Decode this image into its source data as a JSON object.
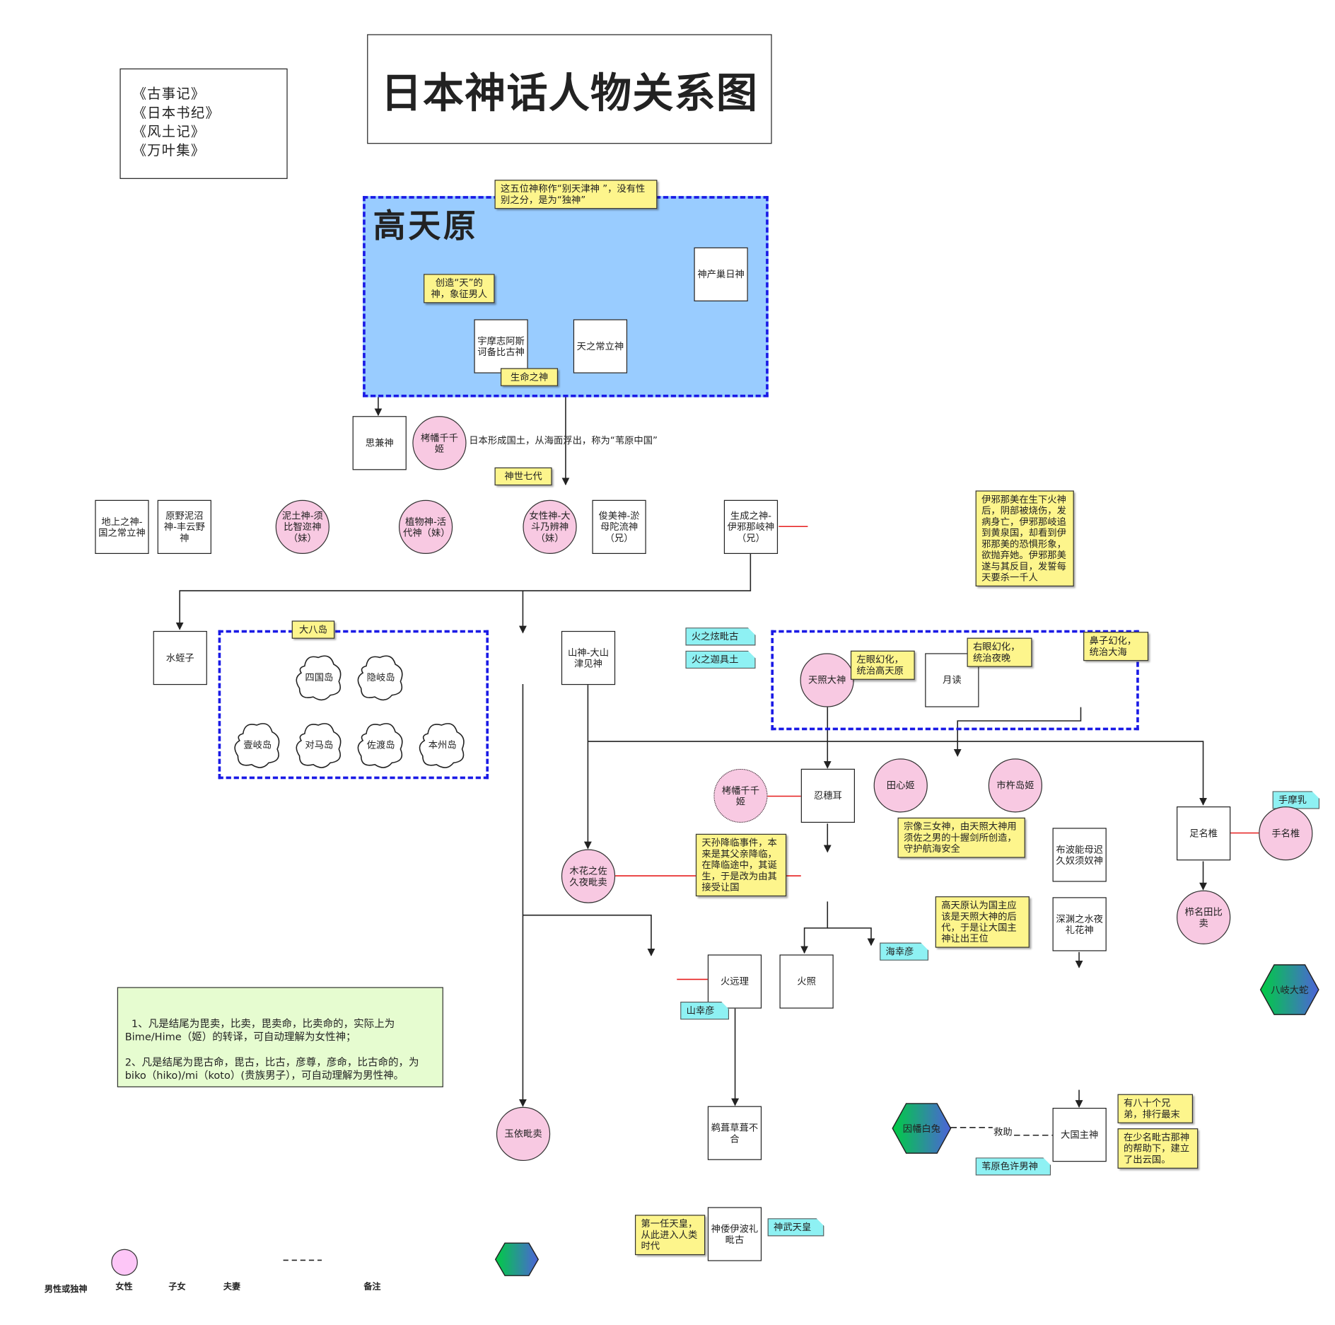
{
  "title": "日本神话人物关系图",
  "sources": [
    "《古事记》",
    "《日本书纪》",
    "《风土记》",
    "《万叶集》"
  ],
  "region": {
    "label": "高天原",
    "fill": "#99ccff",
    "border": "#1a1ae6"
  },
  "notes": {
    "five_gods": "这五位神称作“别天津神 ”，没有性别之分，是为“独神”",
    "create_heaven": "创造“天”的神，象征男人",
    "life_god": "生命之神",
    "seven_gen": "神世七代",
    "izanami": "伊邪那美在生下火神后，阴部被烧伤，发病身亡，伊邪那岐追到黄泉国，却看到伊邪那美的恐惧形象，欲抛弃她。伊邪那美遂与其反目，发誓每天要杀一千人",
    "eight_islands": "大八岛",
    "left_eye": "左眼幻化，统治高天原",
    "right_eye": "右眼幻化，统治夜晚",
    "nose": "鼻子幻化，统治大海",
    "tenson": "天孙降临事件，本来是其父亲降临，在降临途中，其诞生，于是改为由其接受让国",
    "munakata": "宗像三女神，由天照大神用须佐之男的十握剑所创造，守护航海安全",
    "kuniyuzuri": "高天原认为国主应该是天照大神的后代，于是让大国主神让出王位",
    "brothers": "有八十个兄弟，排行最末",
    "izumo": "在少名毗古那神的帮助下，建立了出云国。",
    "first_emperor": "第一任天皇，从此进入人类时代",
    "rule_text": "1、凡是结尾为毘卖，比卖，毘卖命，比卖命的，实际上为Bime/Hime（姬）的转译，可自动理解为女性神；\n\n2、凡是结尾为毘古命，毘古，比古，彦尊，彦命，比古命的，为biko（hiko)/mi（koto）(贵族男子），可自动理解为男性神。"
  },
  "gods": {
    "kamimusuhi": "神产巢日神",
    "umashi": "宇摩志阿斯诃备比古神",
    "amenotokotachi": "天之常立神",
    "omoikane": "思兼神",
    "takuhata_top": "栲幡千千姬",
    "kuninotokotachi": "地上之神-国之常立神",
    "toyokumo": "原野泥沼神-丰云野神",
    "suhijini": "泥土神-须比智迩神（妹）",
    "ikugui": "植物神-活代神（妹）",
    "otonobe": "女性神-大斗乃辨神（妹）",
    "omodaru": "俊美神-淤母陀流神（兄）",
    "izanagi": "生成之神-伊邪那岐神（兄）",
    "hiruko": "水蛭子",
    "oyamatsumi": "山神-大山津见神",
    "amaterasu": "天照大神",
    "tsukuyomi": "月读",
    "oshihomimi": "忍穗耳",
    "takuhata_mid": "栲幡千千姬",
    "takiri": "田心姬",
    "ichiki": "市杵岛姬",
    "konohana": "木花之佐久夜毗卖",
    "fuha": "布波能母迟久奴须奴神",
    "fukabuchi": "深渊之水夜礼花神",
    "ashinazuchi": "足名椎",
    "tenazuchi": "手名椎",
    "kushinada": "栉名田比卖",
    "orochi": "八岐大蛇",
    "hoori": "火远理",
    "hoderi": "火照",
    "tamayori": "玉依毗卖",
    "ugaya": "鹈葺草葺不合",
    "hare": "因幡白兔",
    "okuninushi": "大国主神",
    "jimmu_god": "神倭伊波礼毗古"
  },
  "islands": [
    "四国岛",
    "隐岐岛",
    "壹岐岛",
    "对马岛",
    "佐渡岛",
    "本州岛"
  ],
  "tags": {
    "hinoyagi": "火之炫毗古",
    "kagutsuchi": "火之迦具土",
    "umisachi": "海幸彦",
    "yamasachi": "山幸彦",
    "tenazuchi_tag": "手摩乳",
    "ashihara": "苇原色许男神",
    "jimmu": "神武天皇"
  },
  "edge_labels": {
    "land_formation": "日本形成国土，从海面浮出，称为“苇原中国”",
    "rescue": "救助"
  },
  "legend": [
    "男性或独神",
    "女性",
    "子女",
    "夫妻",
    "备注"
  ],
  "colors": {
    "female": "#f8c9e2",
    "note": "#fdf58c",
    "tag": "#8ef1f3",
    "rule_box": "#e6fcd0",
    "spouse_line": "#e61e1e"
  }
}
